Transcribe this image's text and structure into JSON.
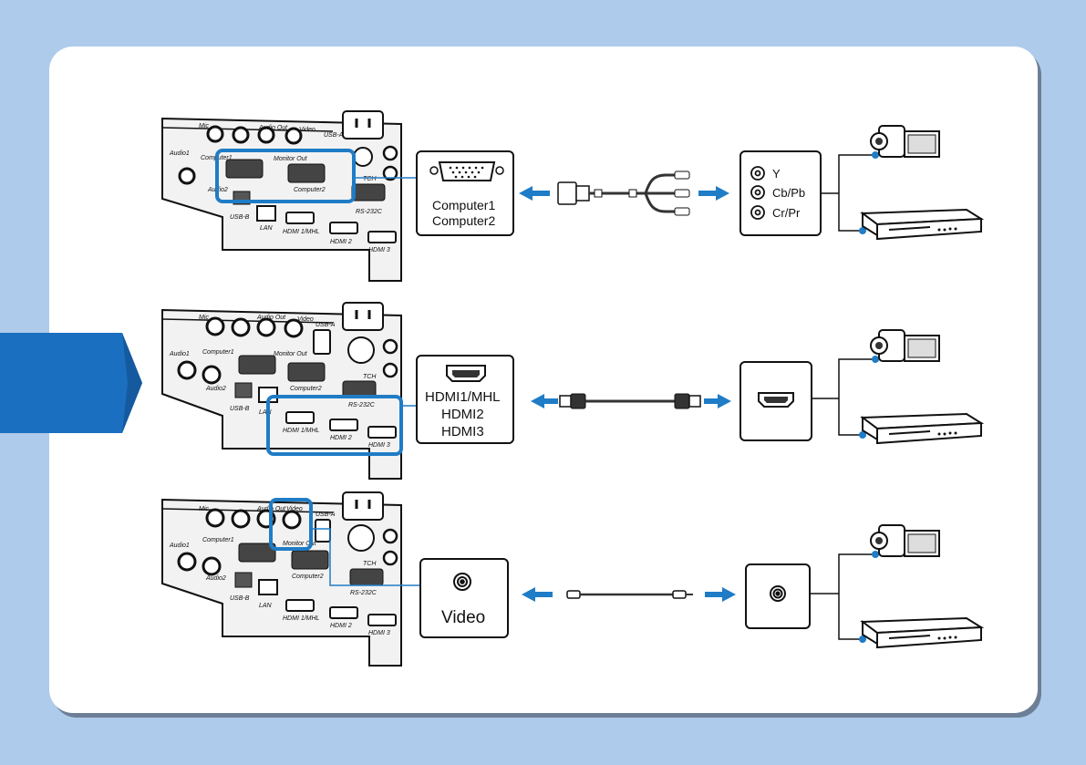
{
  "rows": [
    {
      "name": "component",
      "port_labels": [
        "Computer1",
        "Computer2"
      ],
      "device_jacks": [
        "Y",
        "Cb/Pb",
        "Cr/Pr"
      ]
    },
    {
      "name": "hdmi",
      "port_labels": [
        "HDMI1/MHL",
        "HDMI2",
        "HDMI3"
      ]
    },
    {
      "name": "video",
      "port_labels": [
        "Video"
      ]
    }
  ],
  "panel_labels": {
    "mic": "Mic",
    "audio_out": "Audio Out",
    "video": "Video",
    "usb_a": "USB-A",
    "audio1": "Audio1",
    "computer1": "Computer1",
    "monitor_out": "Monitor Out",
    "computer2": "Computer2",
    "audio2": "Audio2",
    "usb_b": "USB-B",
    "lan": "LAN",
    "hdmi1": "HDMI 1/MHL",
    "hdmi2": "HDMI 2",
    "hdmi3": "HDMI 3",
    "rs232c": "RS-232C",
    "tch": "TCH"
  },
  "colors": {
    "background": "#aecbeb",
    "accent_blue": "#1f7cc6",
    "tab_blue": "#1b6fc0"
  },
  "icons": [
    "vga-port-icon",
    "hdmi-port-icon",
    "rca-port-icon",
    "camcorder-icon",
    "dvd-player-icon",
    "double-arrow-icon"
  ]
}
